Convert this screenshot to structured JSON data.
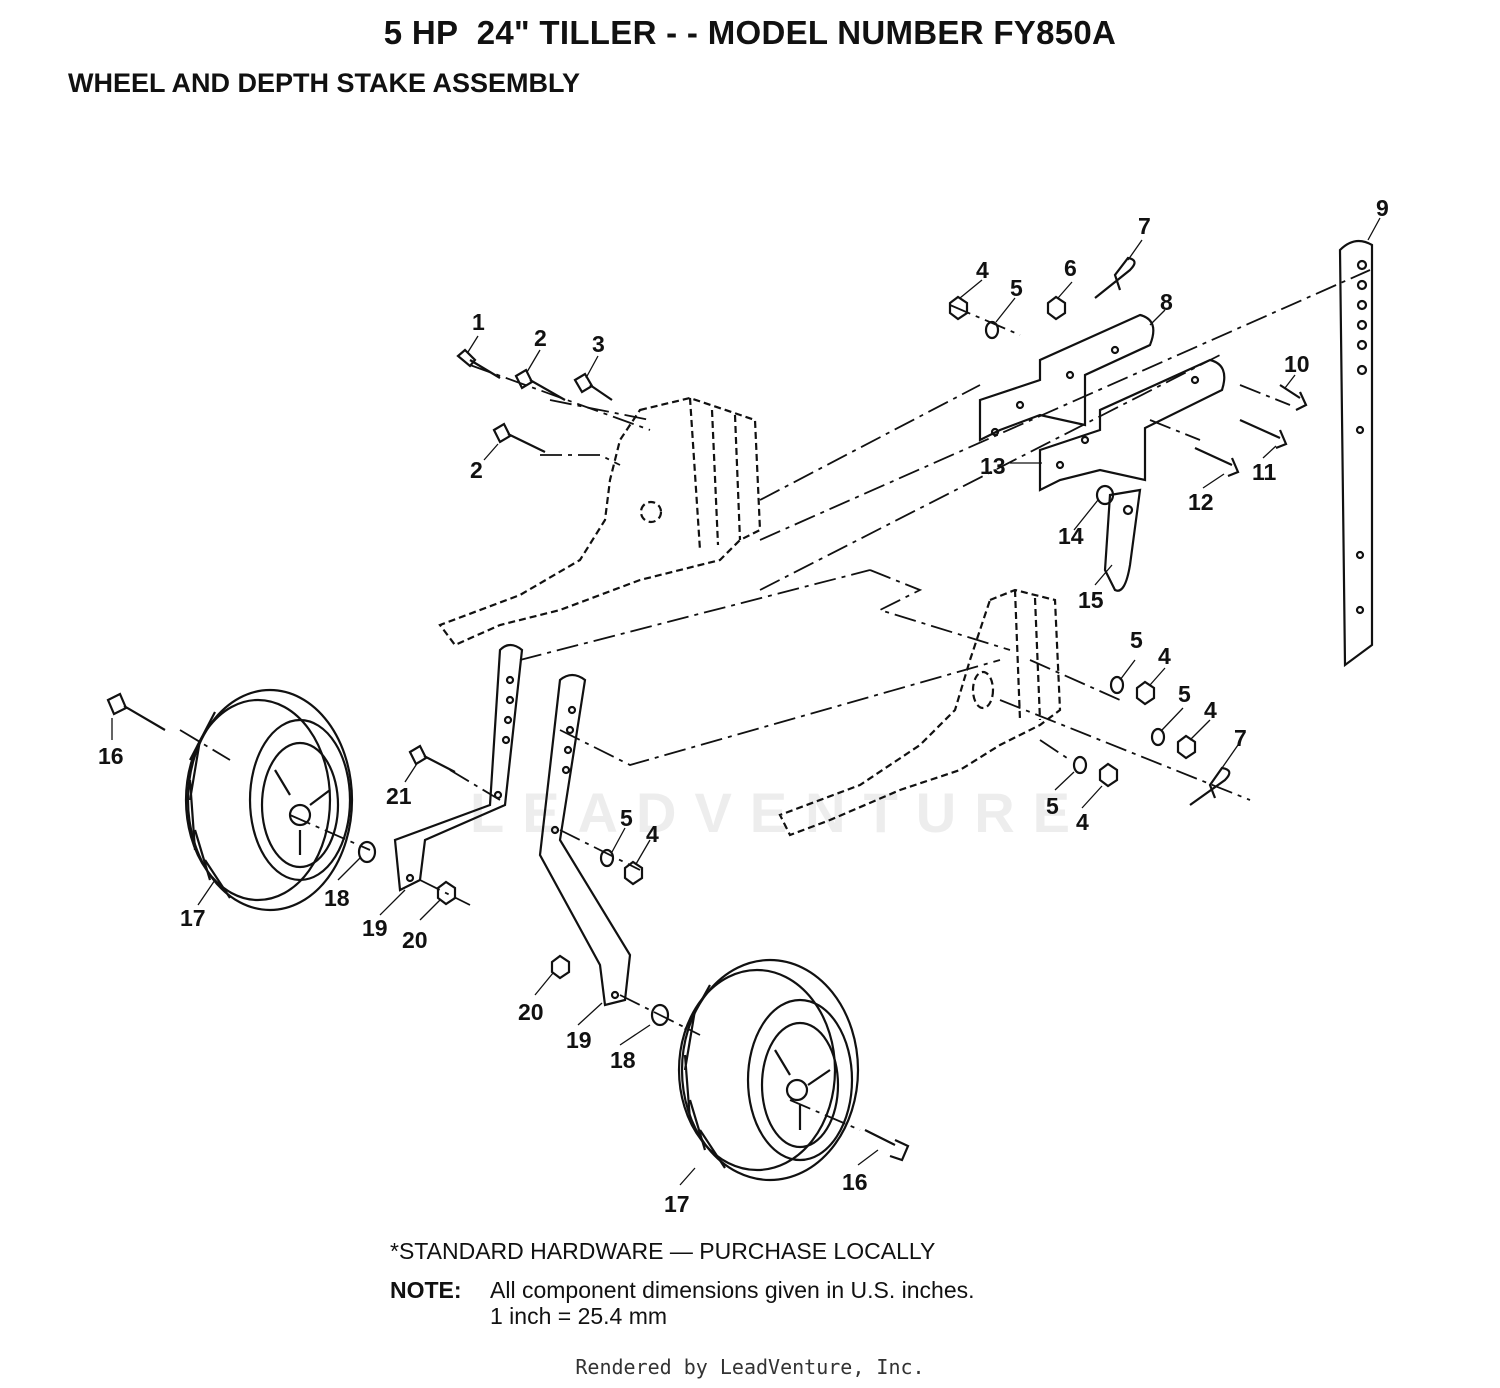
{
  "title": "5 HP  24\" TILLER - - MODEL NUMBER FY850A",
  "subtitle": "WHEEL AND DEPTH STAKE ASSEMBLY",
  "watermark": "LEADVENTURE",
  "callouts": [
    "1",
    "2",
    "3",
    "2",
    "4",
    "5",
    "6",
    "7",
    "8",
    "9",
    "10",
    "11",
    "12",
    "13",
    "14",
    "15",
    "5",
    "4",
    "5",
    "4",
    "7",
    "5",
    "4",
    "16",
    "21",
    "5",
    "4",
    "18",
    "17",
    "19",
    "20",
    "20",
    "19",
    "18",
    "17",
    "16"
  ],
  "footer": {
    "standard_hardware": "*STANDARD HARDWARE — PURCHASE LOCALLY",
    "note_label": "NOTE:",
    "note_line_1": "All component dimensions given in U.S. inches.",
    "note_line_2": "1 inch = 25.4 mm"
  },
  "credit": "Rendered by LeadVenture, Inc."
}
